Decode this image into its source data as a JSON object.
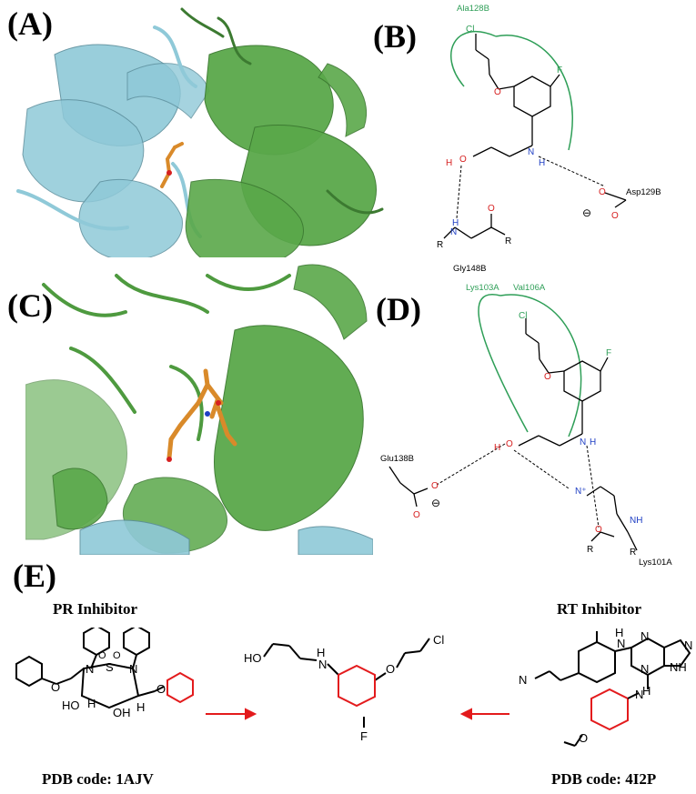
{
  "panels": {
    "A": {
      "label": "(A)"
    },
    "B": {
      "label": "(B)",
      "residues": {
        "top": "Ala128B",
        "right": "Asp129B",
        "bottom": "Gly148B"
      },
      "atoms": {
        "cl": "Cl",
        "f": "F",
        "o": "O",
        "n": "N",
        "h": "H",
        "r": "R",
        "minus": "⊖"
      }
    },
    "C": {
      "label": "(C)"
    },
    "D": {
      "label": "(D)",
      "residues": {
        "top1": "Lys103A",
        "top2": "Val106A",
        "left": "Glu138B",
        "bottom": "Lys101A"
      },
      "atoms": {
        "cl": "Cl",
        "f": "F",
        "o": "O",
        "n": "N",
        "h": "H",
        "r": "R",
        "nh": "NH",
        "nplus": "N⁺",
        "minus": "⊖"
      }
    },
    "E": {
      "label": "(E)",
      "left_title": "PR Inhibitor",
      "right_title": "RT Inhibitor",
      "left_code": "PDB code: 1AJV",
      "right_code": "PDB code: 4I2P",
      "atoms": {
        "ho": "HO",
        "h": "H",
        "n": "N",
        "o": "O",
        "cl": "Cl",
        "f": "F",
        "s": "S",
        "oh": "OH",
        "nh": "NH",
        "nc": "N"
      }
    }
  },
  "colors": {
    "cyan_protein": "#8fc9d8",
    "green_protein": "#5aa84a",
    "ligand_orange": "#d98a2a",
    "pocket_green": "#2e9e57",
    "red_ring": "#e31a1c",
    "arrow_red": "#e31a1c",
    "oxygen_red": "#d62020",
    "nitrogen_blue": "#1f3fc4"
  }
}
